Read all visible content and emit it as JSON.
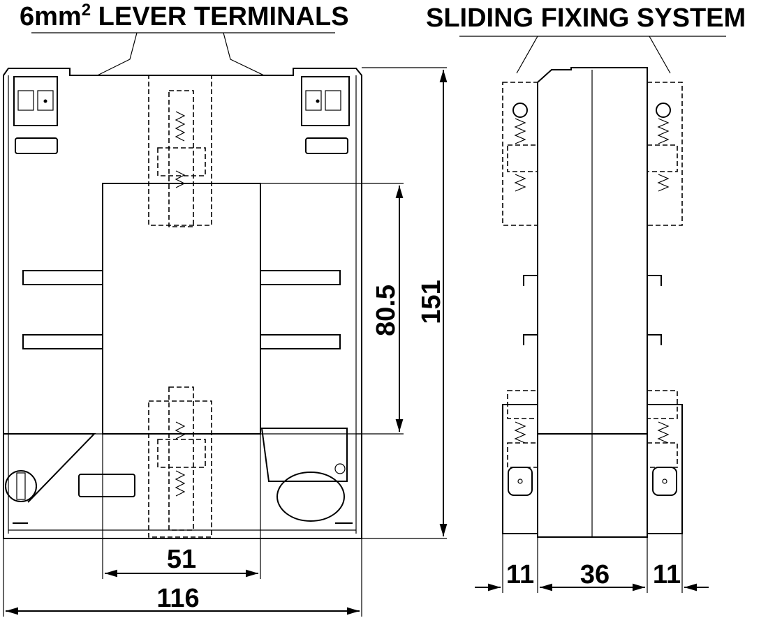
{
  "titles": {
    "left": "6mm",
    "left_sup": "2",
    "left_rest": " LEVER TERMINALS",
    "right": "SLIDING FIXING SYSTEM"
  },
  "dimensions": {
    "height_total": "151",
    "window_height": "80.5",
    "window_width": "51",
    "width_total": "116",
    "side_left": "11",
    "side_depth": "36",
    "side_right": "11"
  },
  "colors": {
    "line": "#000000",
    "background": "#ffffff"
  }
}
